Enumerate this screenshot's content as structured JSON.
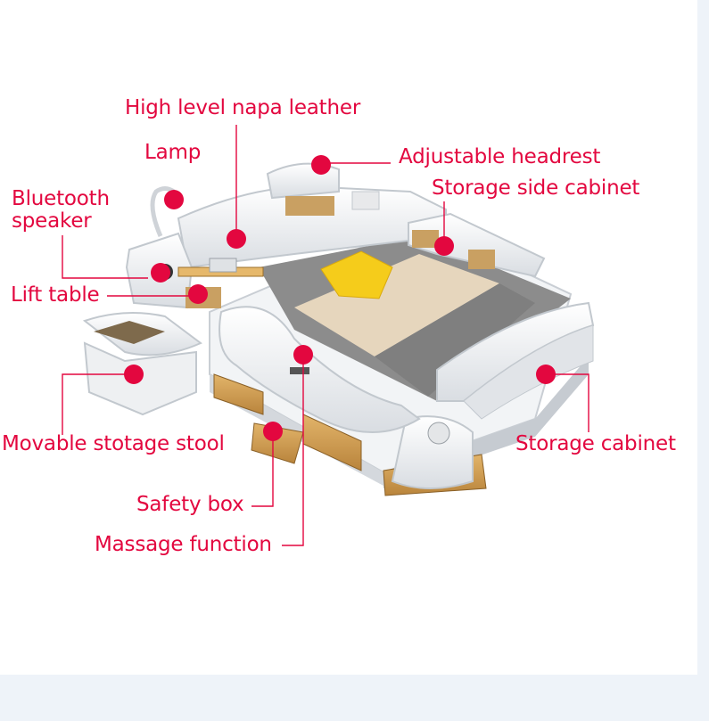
{
  "colors": {
    "accent": "#e3073f",
    "page_bg": "#eef3f9",
    "panel_bg": "#ffffff"
  },
  "labels": {
    "napa_leather": "High level napa leather",
    "lamp": "Lamp",
    "adjustable_headrest": "Adjustable headrest",
    "storage_side_cabinet": "Storage side cabinet",
    "bluetooth_line1": "Bluetooth",
    "bluetooth_line2": "speaker",
    "lift_table": "Lift table",
    "movable_stool": "Movable stotage stool",
    "storage_cabinet": "Storage cabinet",
    "safety_box": "Safety box",
    "massage_function": "Massage function"
  }
}
